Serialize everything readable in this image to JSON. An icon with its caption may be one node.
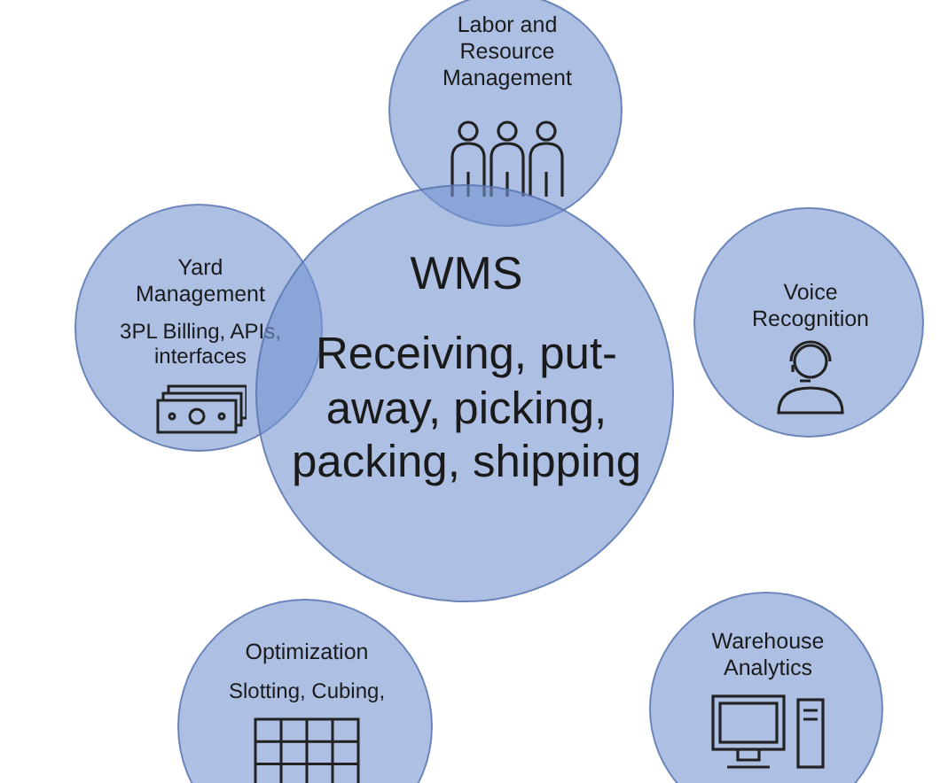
{
  "diagram": {
    "nodes": [
      {
        "text": [
          "WMS",
          "Receiving, put-away, picking, packing, shipping"
        ]
      },
      {
        "text": [
          "Labor and Resource Management"
        ]
      },
      {
        "text": [
          "Yard Management",
          "3PL Billing, APIs, interfaces"
        ]
      },
      {
        "text": [
          "Voice Recognition"
        ]
      },
      {
        "text": [
          "Optimization",
          "Slotting, Cubing,"
        ]
      },
      {
        "text": [
          "Warehouse Analytics"
        ]
      }
    ],
    "edges": []
  }
}
